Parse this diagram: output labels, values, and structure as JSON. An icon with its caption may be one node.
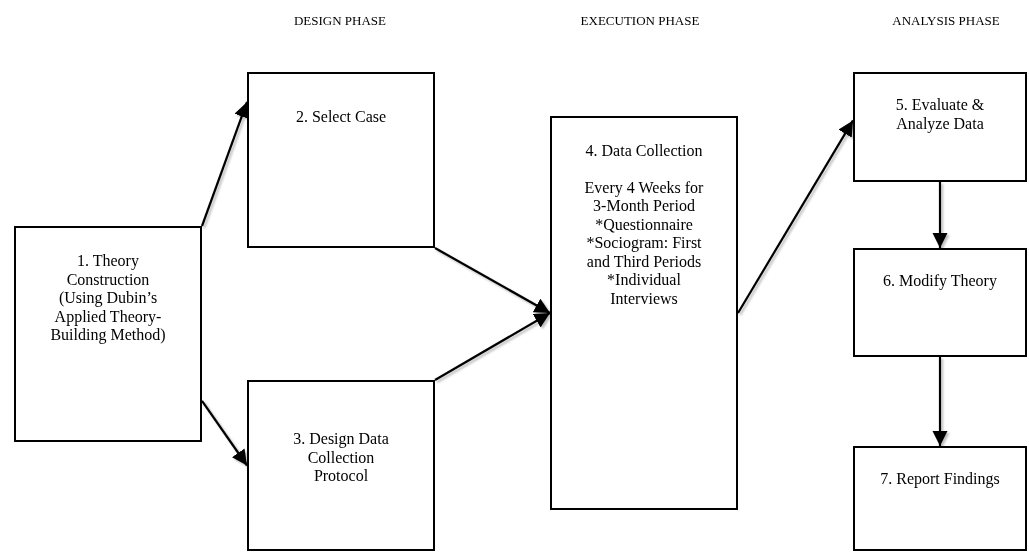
{
  "diagram": {
    "nodes": [
      {
        "text": [
          "1. Theory Construction (Using Dubin’s Applied Theory-Building Method)"
        ]
      },
      {
        "text": [
          "2. Select Case"
        ]
      },
      {
        "text": [
          "3. Design Data Collection Protocol"
        ]
      },
      {
        "text": [
          "4. Data Collection",
          "Every 4 Weeks for 3-Month Period",
          "*Questionnaire",
          "*Sociogram: First and Third Periods",
          "*Individual Interviews"
        ]
      },
      {
        "text": [
          "5. Evaluate & Analyze Data"
        ]
      },
      {
        "text": [
          "6. Modify Theory"
        ]
      },
      {
        "text": [
          "7. Report Findings"
        ]
      }
    ],
    "edges": [
      {
        "from": 0,
        "to": 1,
        "arrow": "to"
      },
      {
        "from": 0,
        "to": 2,
        "arrow": "to"
      },
      {
        "from": 1,
        "to": 3,
        "arrow": "to"
      },
      {
        "from": 2,
        "to": 3,
        "arrow": "to"
      },
      {
        "from": 3,
        "to": 4,
        "arrow": "to"
      },
      {
        "from": 4,
        "to": 5,
        "arrow": "to"
      },
      {
        "from": 5,
        "to": 6,
        "arrow": "to"
      }
    ],
    "labels": [
      "DESIGN PHASE",
      "EXECUTION PHASE",
      "ANALYSIS PHASE"
    ]
  }
}
